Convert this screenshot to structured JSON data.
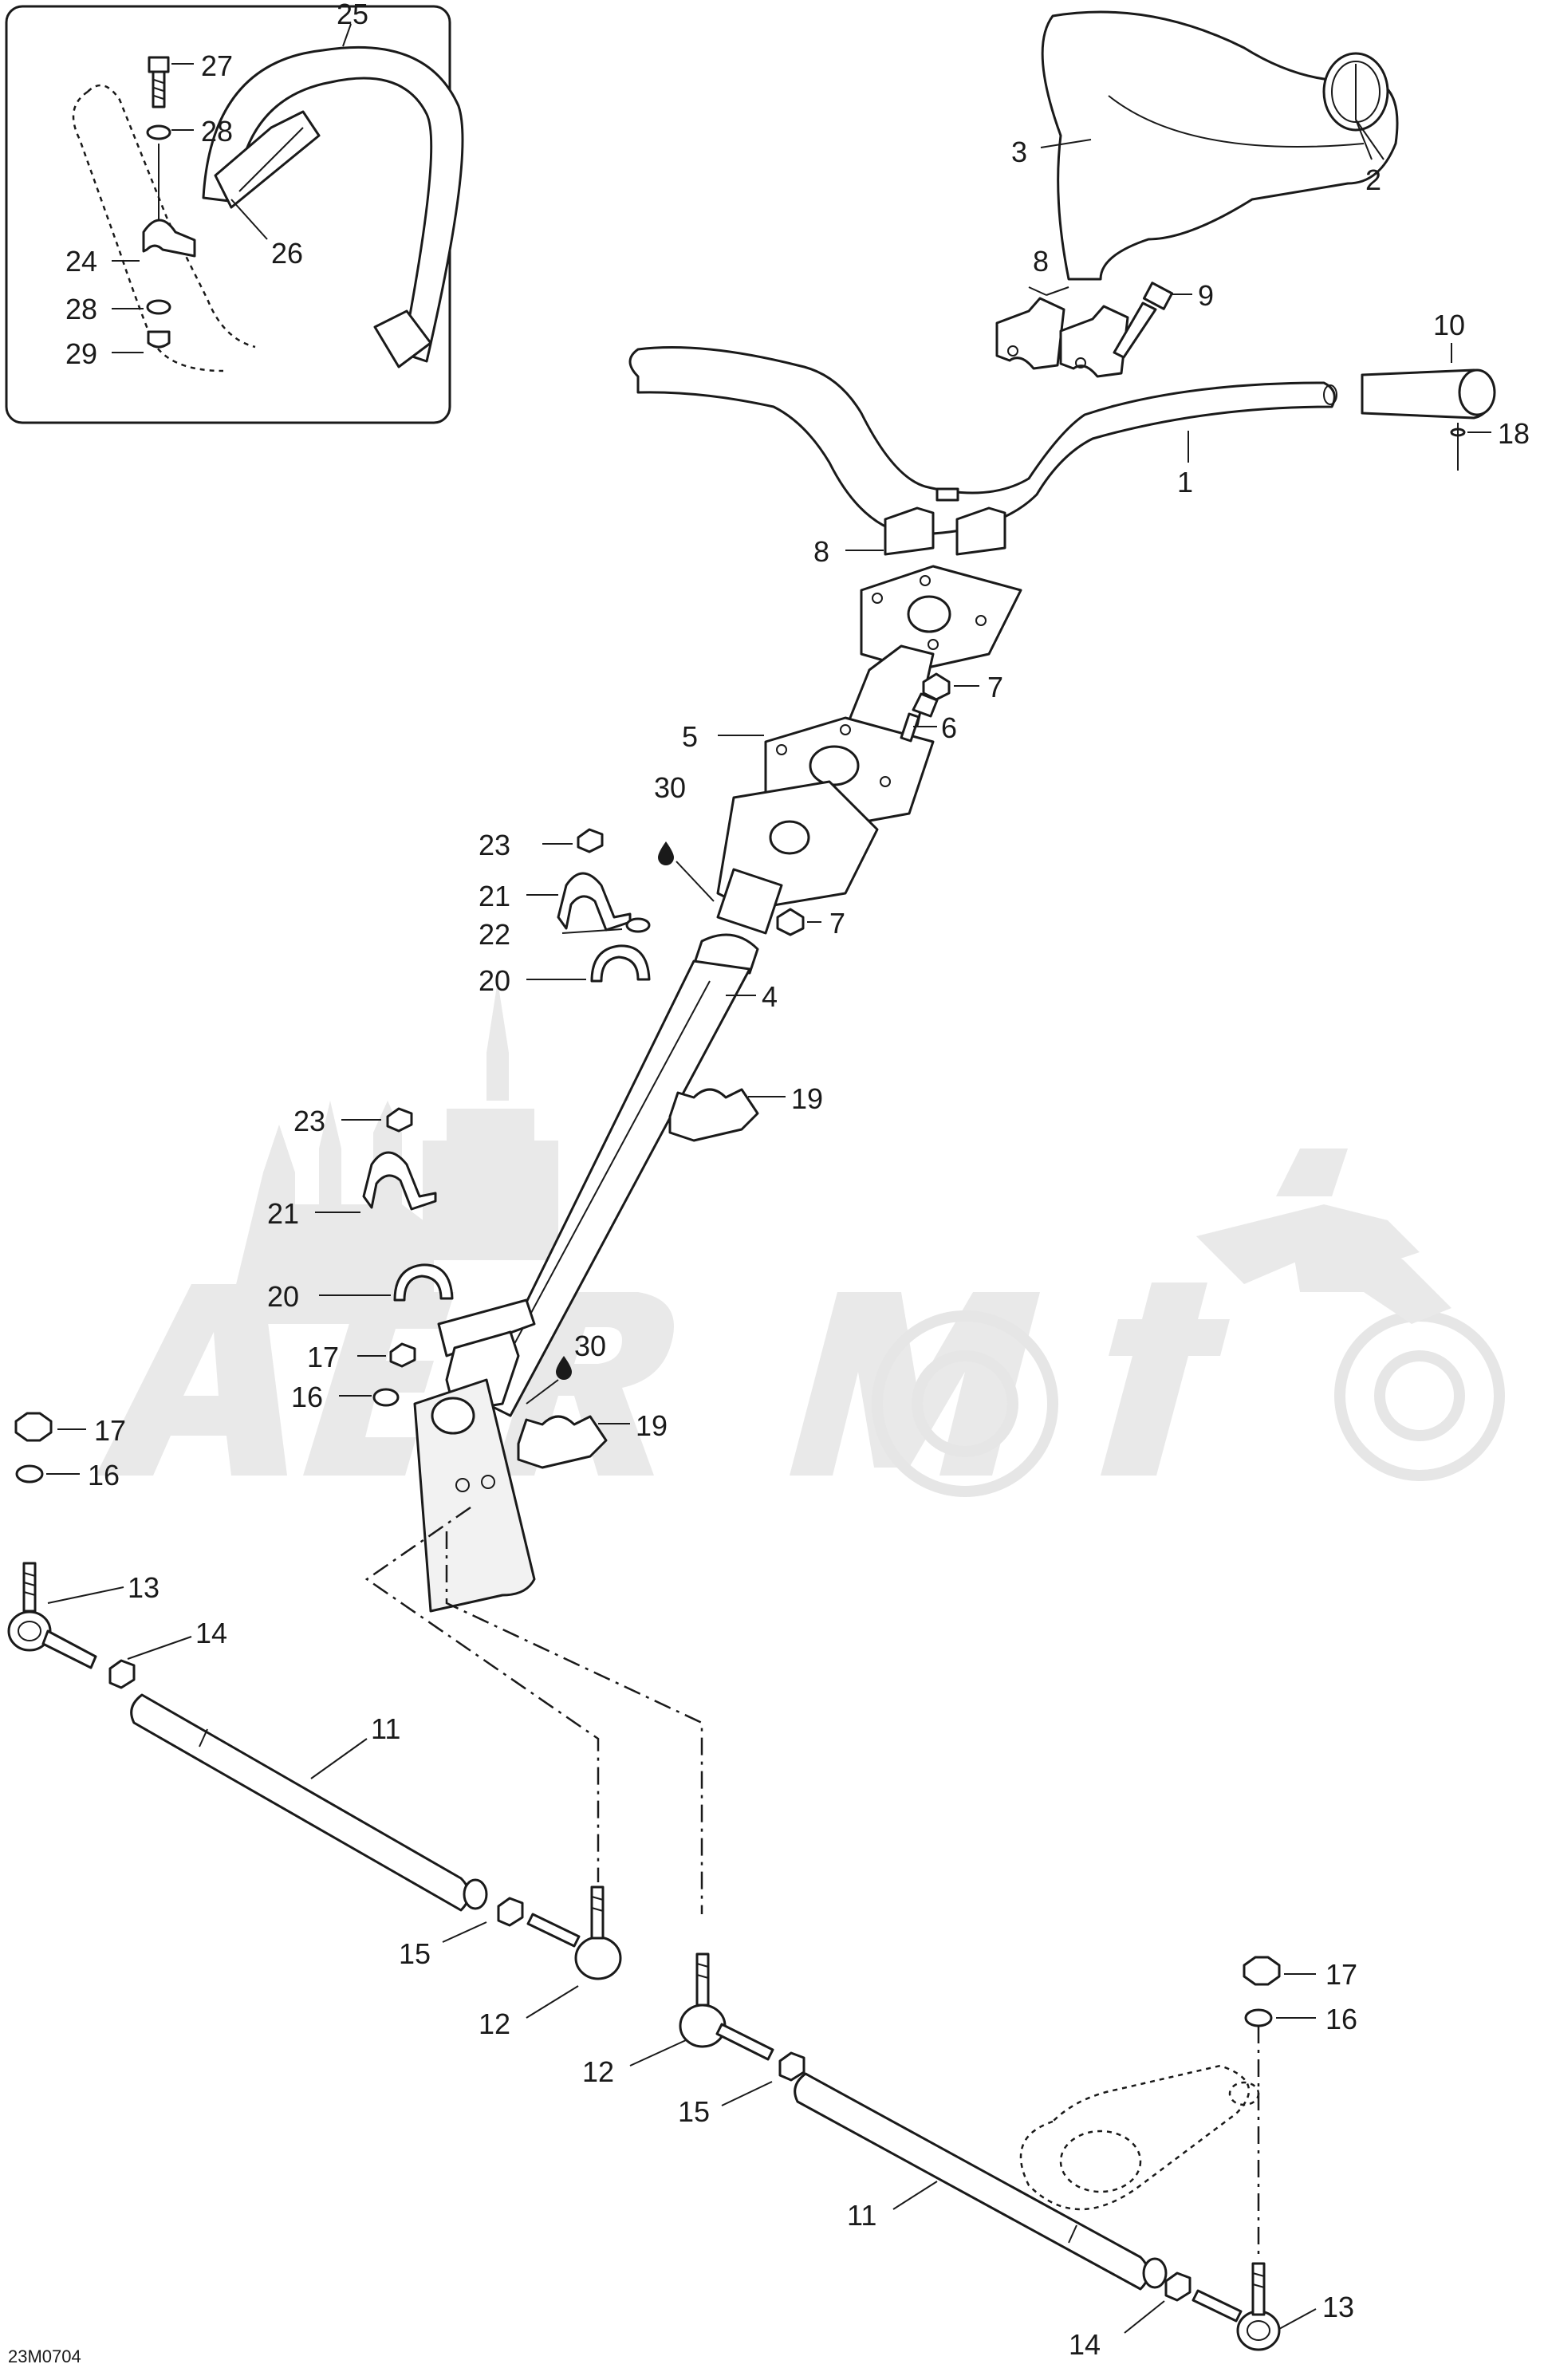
{
  "diagram_code": "23M0704",
  "watermark": {
    "text": "AeroMoto",
    "color": "#e9e9e9"
  },
  "colors": {
    "line": "#1a1a1a",
    "background": "#ffffff",
    "watermark": "#e9e9e9"
  },
  "inset": {
    "labels": [
      "25",
      "27",
      "28",
      "26",
      "24",
      "28",
      "29"
    ]
  },
  "callouts": {
    "c1": "1",
    "c2": "2",
    "c3": "3",
    "c4": "4",
    "c5": "5",
    "c6": "6",
    "c7a": "7",
    "c7b": "7",
    "c8a": "8",
    "c8b": "8",
    "c9": "9",
    "c10": "10",
    "c11a": "11",
    "c11b": "11",
    "c12a": "12",
    "c12b": "12",
    "c13a": "13",
    "c13b": "13",
    "c14a": "14",
    "c14b": "14",
    "c15a": "15",
    "c15b": "15",
    "c16a": "16",
    "c16b": "16",
    "c16c": "16",
    "c17a": "17",
    "c17b": "17",
    "c17c": "17",
    "c18": "18",
    "c19a": "19",
    "c19b": "19",
    "c20a": "20",
    "c20b": "20",
    "c21a": "21",
    "c21b": "21",
    "c22": "22",
    "c23a": "23",
    "c23b": "23",
    "c30a": "30",
    "c30b": "30"
  },
  "icons": [
    "lubricant-drop-icon"
  ]
}
